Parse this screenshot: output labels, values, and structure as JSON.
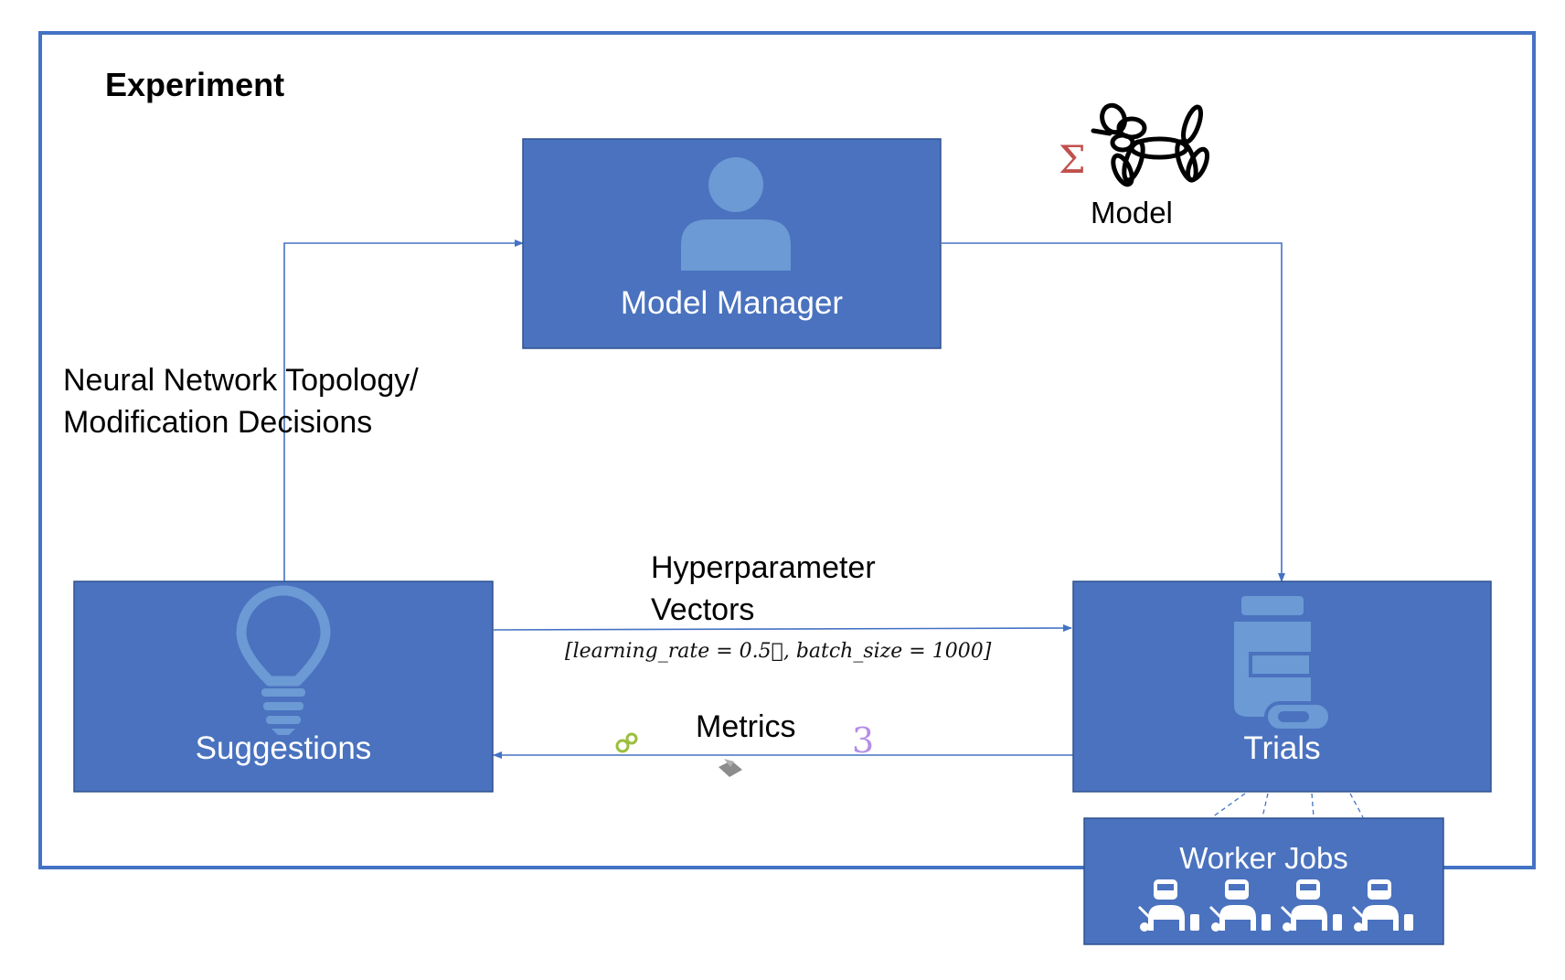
{
  "experiment": {
    "title": "Experiment"
  },
  "model_manager": {
    "label": "Model Manager"
  },
  "suggestions": {
    "label": "Suggestions"
  },
  "trials": {
    "label": "Trials"
  },
  "worker_jobs": {
    "label": "Worker Jobs",
    "worker_count": 4
  },
  "model": {
    "label": "Model",
    "sigma": "Σ"
  },
  "edges": {
    "topology_line1": "Neural Network Topology/",
    "topology_line2": "Modification Decisions",
    "hyper_line1": "Hyperparameter",
    "hyper_line2": "Vectors",
    "hyper_formula": "[learning_rate = 0.5⃗, batch_size = 1000]",
    "metrics": "Metrics",
    "metrics_glyph": "3"
  },
  "colors": {
    "box_fill": "#4a72bf",
    "box_border": "#2f528f",
    "icon_fill": "#6b9ad4",
    "frame": "#4472c4",
    "arrow": "#4472c4"
  }
}
